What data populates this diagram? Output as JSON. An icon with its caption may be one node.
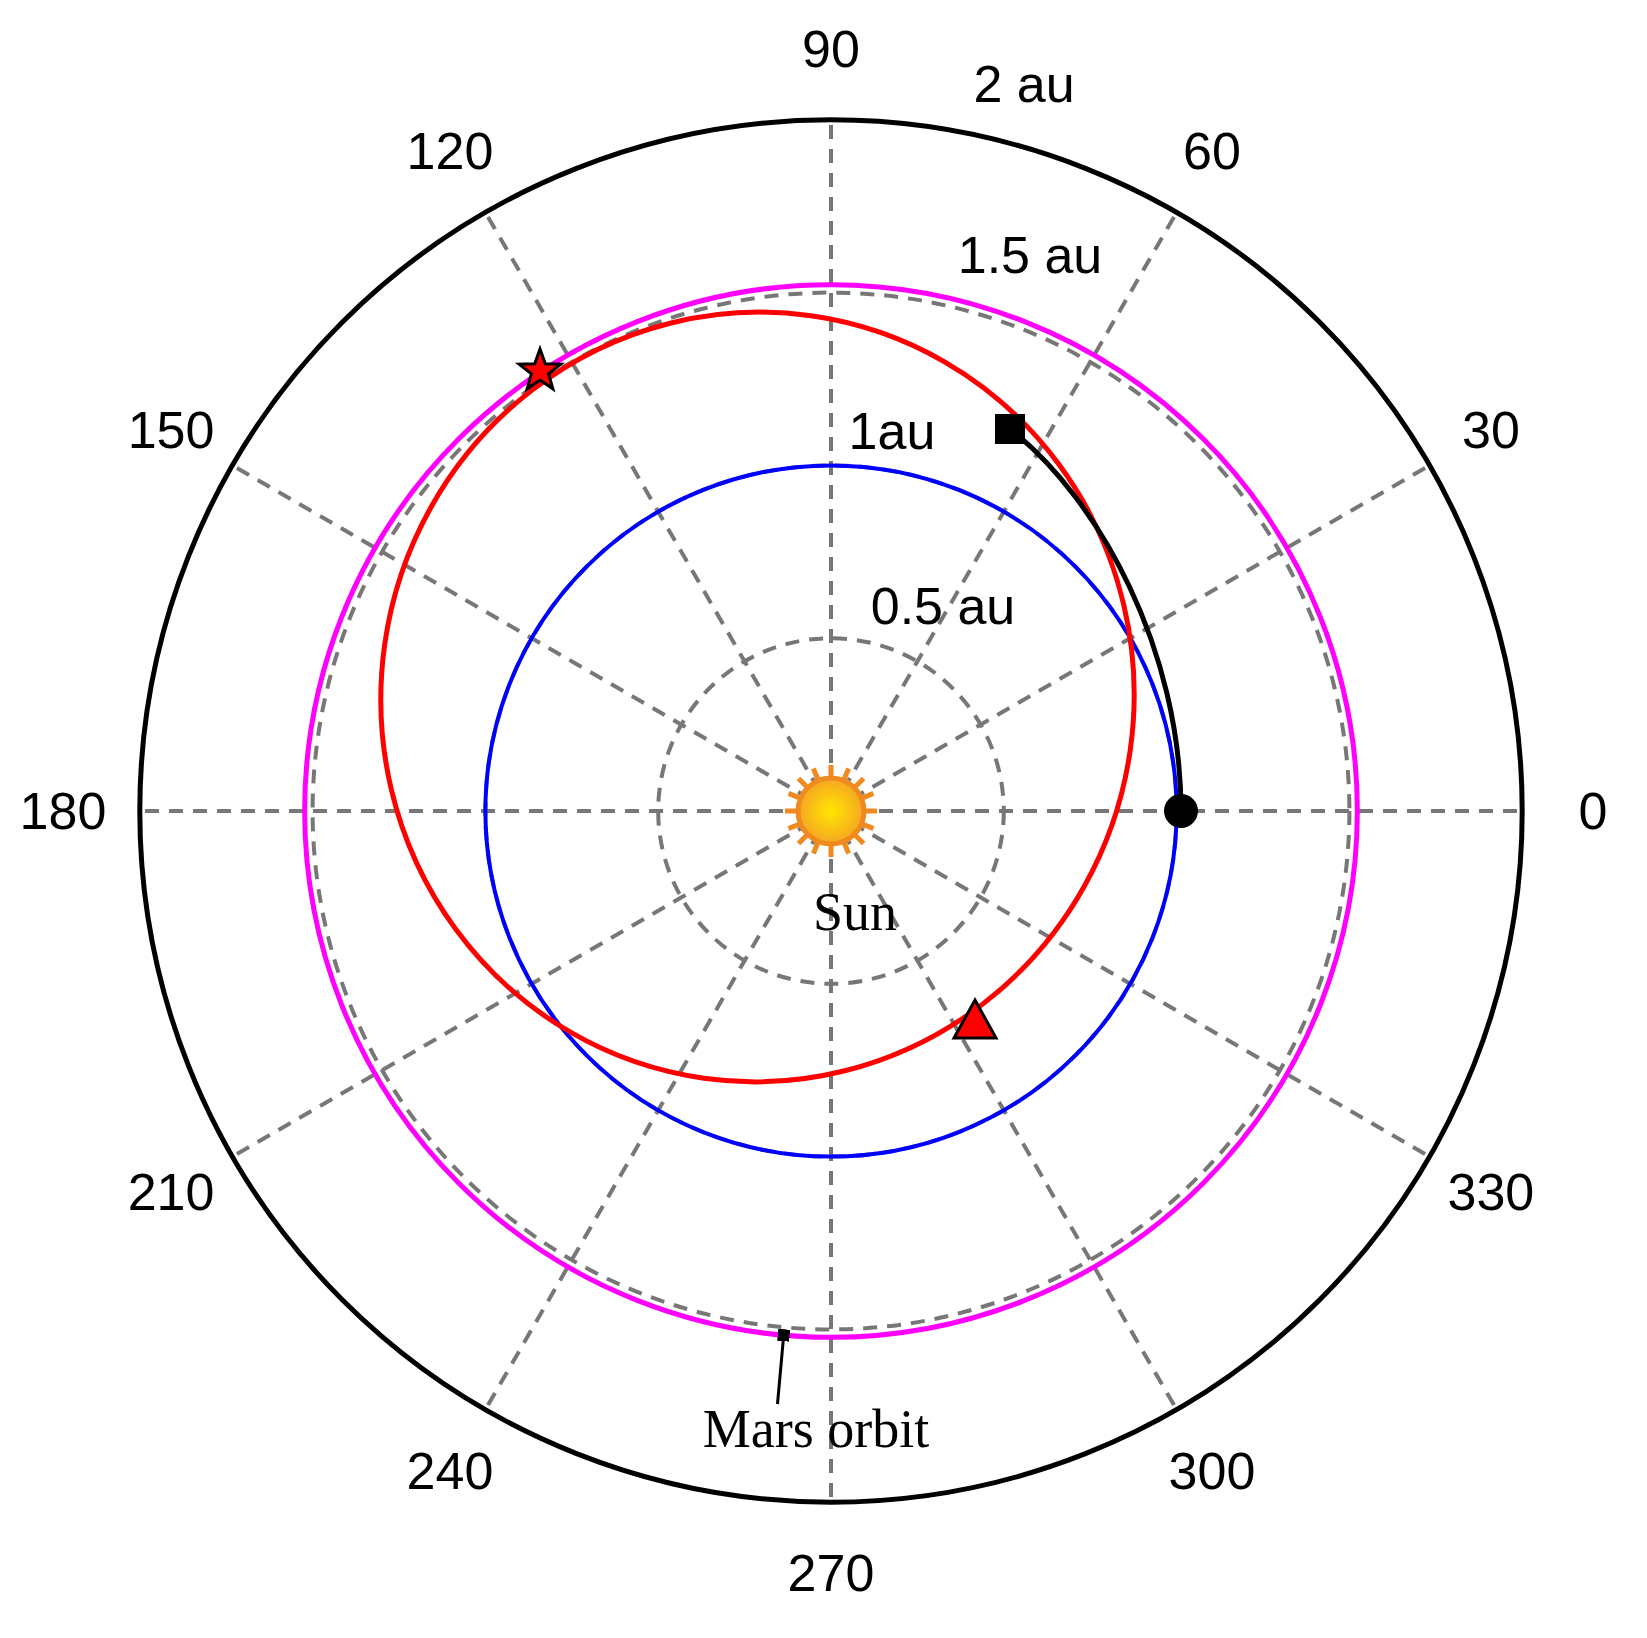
{
  "diagram": {
    "nodes": [
      {
        "text": [
          "Mars orbit"
        ]
      },
      {
        "text": [],
        "shape": "circle"
      }
    ],
    "edges": [
      {
        "from": 0,
        "to": 1,
        "arrow": "other"
      }
    ],
    "labels": [
      "90",
      "2 au",
      "120",
      "60",
      "1.5 au",
      "150",
      "1au",
      "30",
      "0.5 au",
      "180",
      "0",
      "Sun",
      "210",
      "330",
      "240",
      "300",
      "270"
    ]
  }
}
